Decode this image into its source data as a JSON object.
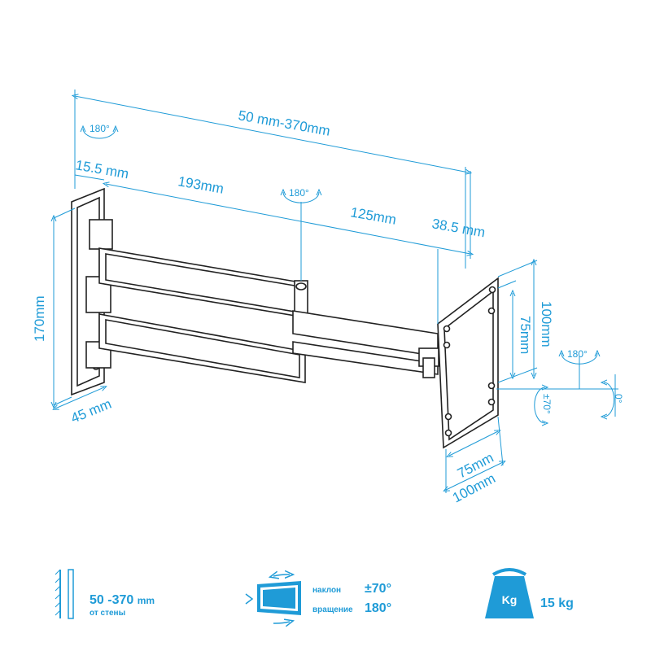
{
  "dimensions": {
    "total_extension": "50 mm-370mm",
    "wall_offset": "15.5 mm",
    "arm1": "193mm",
    "arm2": "125mm",
    "plate_offset": "38.5 mm",
    "height": "170mm",
    "depth": "45 mm",
    "vesa_v_small": "75mm",
    "vesa_v_large": "100mm",
    "vesa_h_small": "75mm",
    "vesa_h_large": "100mm",
    "rot_wall": "180°",
    "rot_mid": "180°",
    "rot_plate": "180°",
    "tilt": "±70°",
    "level": "0°"
  },
  "specs": {
    "distance_value": "50 -370",
    "distance_unit": "mm",
    "distance_label": "от стены",
    "tilt_label": "наклон",
    "tilt_value": "±70°",
    "rotation_label": "вращение",
    "rotation_value": "180°",
    "weight_icon_text": "Kg",
    "weight_value": "15 kg"
  },
  "colors": {
    "accent": "#1f9bd7",
    "line": "#222222"
  }
}
